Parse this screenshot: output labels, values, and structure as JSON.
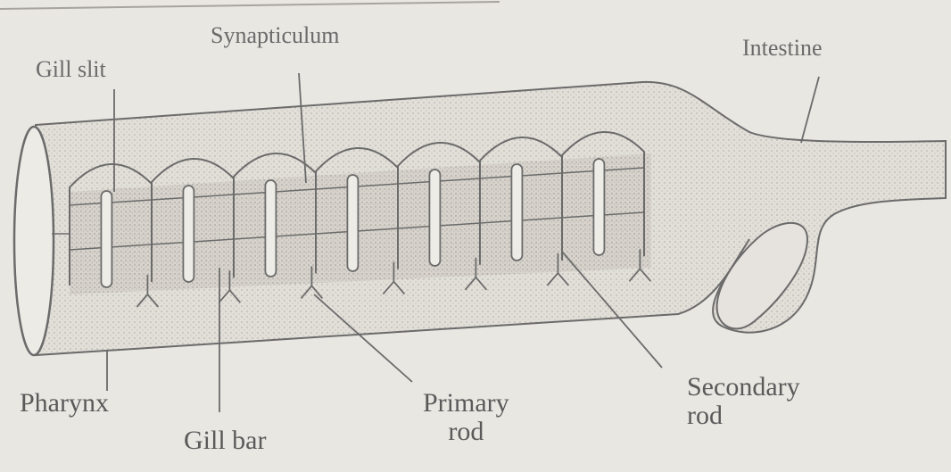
{
  "labels": {
    "gill_slit": "Gill slit",
    "synapticulum": "Synapticulum",
    "intestine": "Intestine",
    "pharynx": "Pharynx",
    "gill_bar": "Gill bar",
    "primary_rod": [
      "Primary",
      "rod"
    ],
    "secondary_rod": [
      "Secondary",
      "rod"
    ]
  },
  "colors": {
    "background": "#e9e7e2",
    "outline": "#6b6b6b",
    "stipple": "#bdbab4",
    "text": "#5a5a5a"
  }
}
